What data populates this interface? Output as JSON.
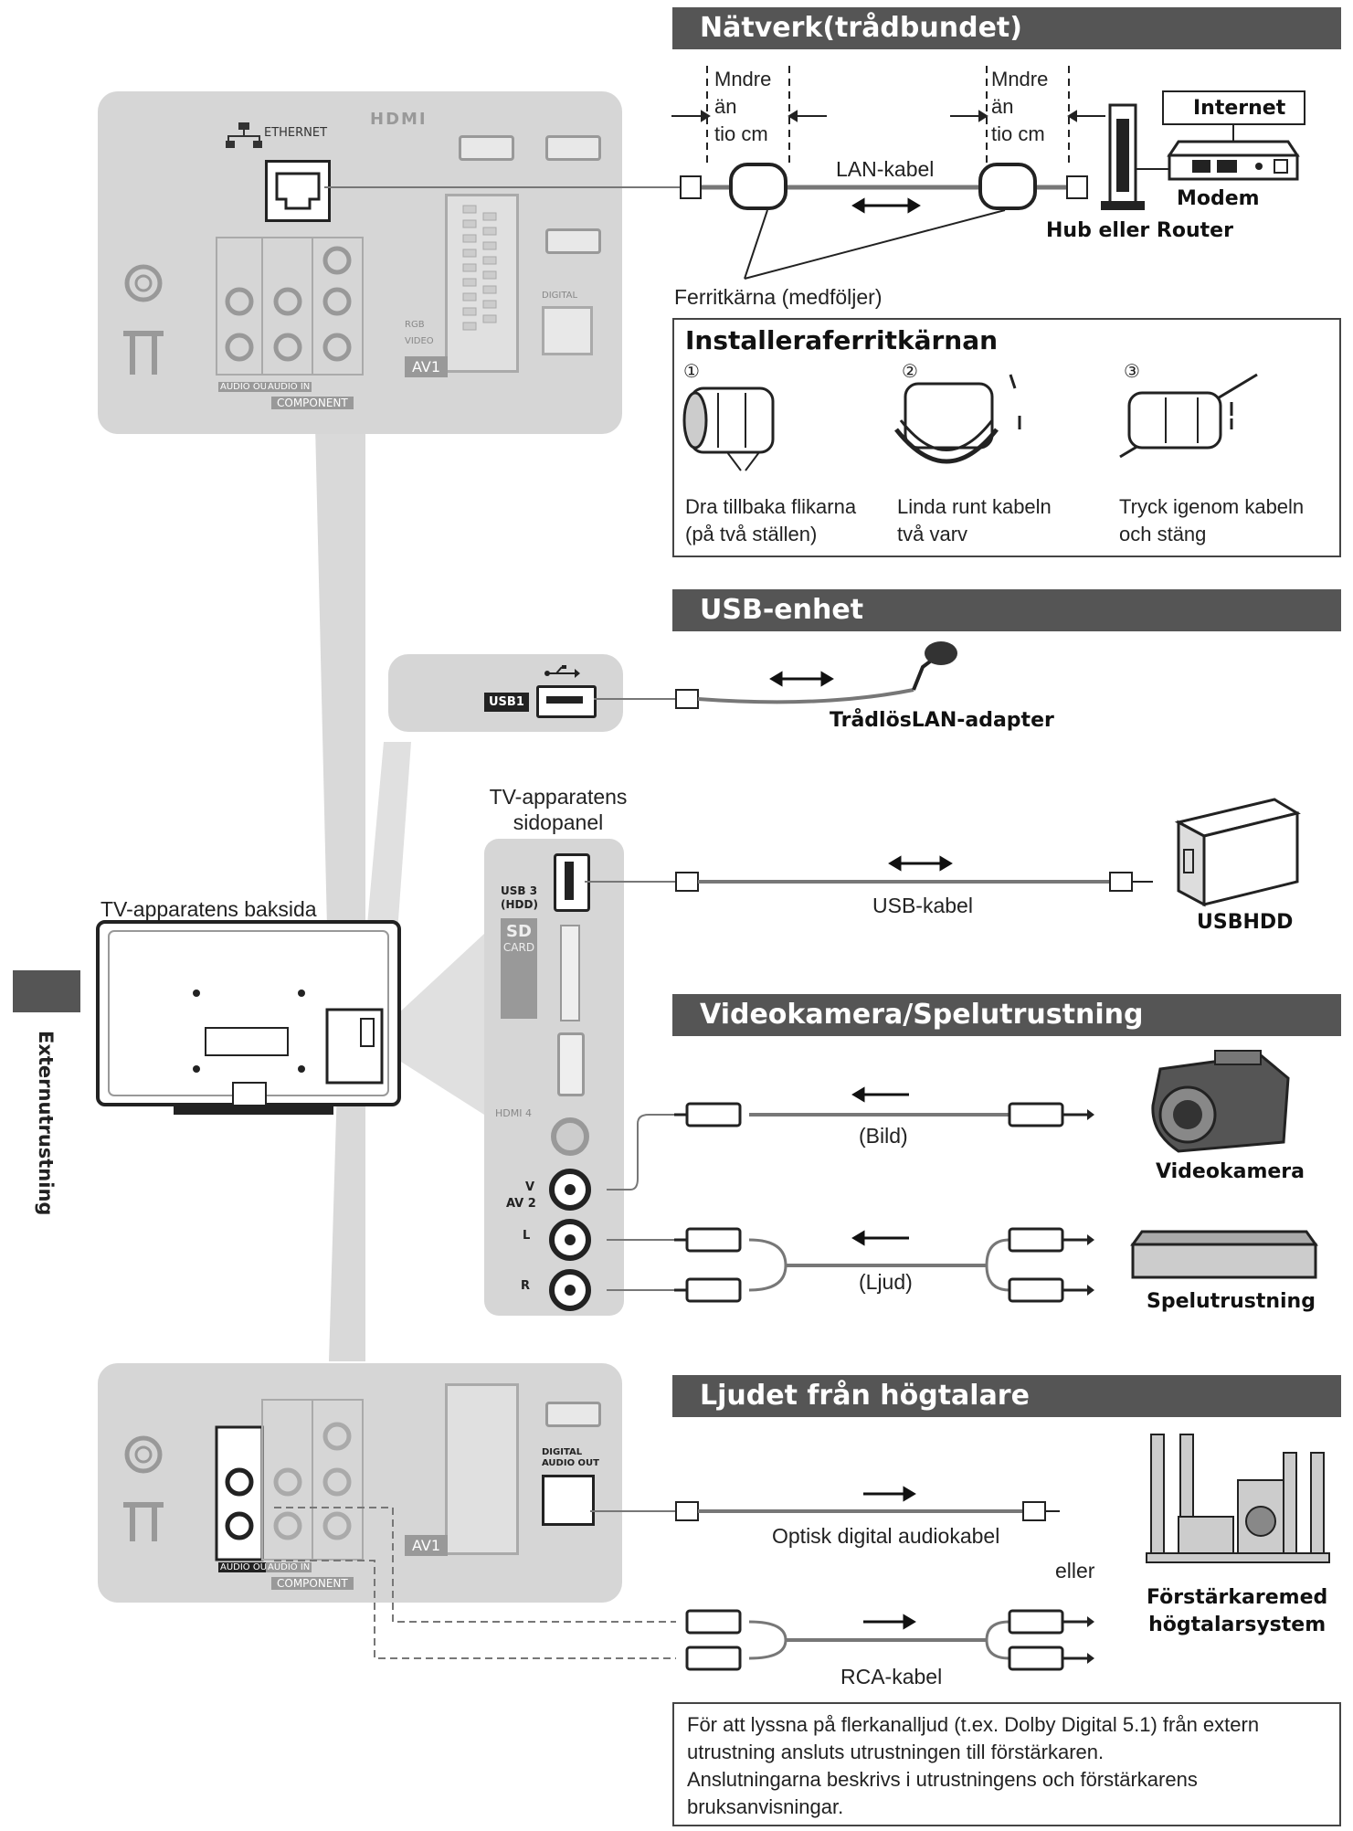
{
  "sections": {
    "network": "Nätverk(trådbundet)",
    "usb": "USB-enhet",
    "video": "Videokamera/Spelutrustning",
    "speaker": "Ljudet från högtalare"
  },
  "network": {
    "distance_left": [
      "Mndre",
      "än",
      "tio cm"
    ],
    "distance_right": [
      "Mndre",
      "än",
      "tio cm"
    ],
    "lan_cable": "LAN-kabel",
    "internet": "Internet",
    "modem": "Modem",
    "hub": "Hub eller Router",
    "ferrite": "Ferritkärna (medföljer)"
  },
  "install": {
    "title": "Installeraferritkärnan",
    "steps": [
      {
        "num": "①",
        "line1": "Dra tillbaka flikarna",
        "line2": "(på två ställen)"
      },
      {
        "num": "②",
        "line1": "Linda runt kabeln",
        "line2": "två varv"
      },
      {
        "num": "③",
        "line1": "Tryck igenom kabeln",
        "line2": "och stäng"
      }
    ]
  },
  "usb": {
    "port_label": "USB1",
    "adapter": "TrådlösLAN-adapter",
    "side_panel_line1": "TV-apparatens",
    "side_panel_line2": "sidopanel",
    "usb_cable": "USB-kabel",
    "hdd": "USBHDD"
  },
  "tv_back": "TV-apparatens baksida",
  "side_label": "Externutrustning",
  "back_panel": {
    "ethernet": "ETHERNET",
    "hdmi": "HDMI",
    "av1": "AV1",
    "audio_out": "AUDIO OUT",
    "audio_in": "AUDIO IN",
    "component": "COMPONENT",
    "rgb": "RGB",
    "video": "VIDEO",
    "digital_audio_out_1": "DIGITAL",
    "digital_audio_out_2": "AUDIO OUT"
  },
  "side_panel": {
    "usb3": "USB 3",
    "hdd": "(HDD)",
    "sd": "SD",
    "card": "CARD",
    "hdmi4": "HDMI 4",
    "v": "V",
    "av2": "AV 2",
    "l": "L",
    "r": "R"
  },
  "video": {
    "picture": "(Bild)",
    "sound": "(Ljud)",
    "camcorder": "Videokamera",
    "game": "Spelutrustning"
  },
  "speaker": {
    "optical": "Optisk digital audiokabel",
    "or": "eller",
    "amp_line1": "Förstärkaremed",
    "amp_line2": "högtalarsystem",
    "rca": "RCA-kabel"
  },
  "note": [
    "För att lyssna på flerkanalljud (t.ex. Dolby Digital 5.1) från extern",
    "utrustning ansluts utrustningen till förstärkaren.",
    "Anslutningarna beskrivs i utrustningens och förstärkarens",
    "bruksanvisningar."
  ],
  "colors": {
    "bar": "#555555",
    "panel": "#d6d6d6"
  }
}
